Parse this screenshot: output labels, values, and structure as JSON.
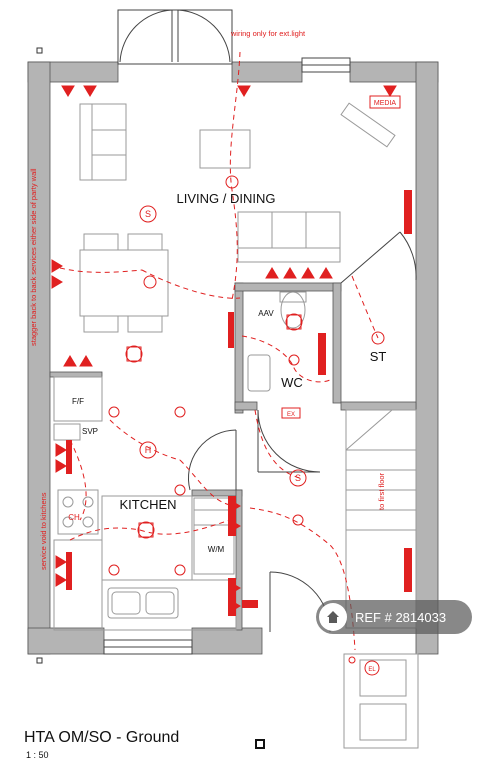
{
  "rooms": {
    "living": "LIVING / DINING",
    "kitchen": "KITCHEN",
    "wc": "WC",
    "store": "ST"
  },
  "fixtures": {
    "ff": "F/F",
    "svp": "SVP",
    "ch": "CH",
    "wm": "W/M",
    "aav": "AAV",
    "media": "MEDIA",
    "ex": "EX",
    "el": "EL",
    "socket_s": "S",
    "heater_h": "H"
  },
  "notes": {
    "wiring": "wiring only for ext.light",
    "party_wall": "stagger back to back services either side of party wall",
    "service_void": "service void to kitchens",
    "first_floor": "to first floor"
  },
  "footer": {
    "title": "HTA OM/SO - Ground",
    "scale": "1 : 50"
  },
  "badge": {
    "ref": "REF # 2814033"
  },
  "colors": {
    "wall": "#b4b4b4",
    "wall_edge": "#555555",
    "electrical": "#e02020",
    "furniture": "#9a9a9a",
    "badge_bg": "#5a5a5a"
  }
}
